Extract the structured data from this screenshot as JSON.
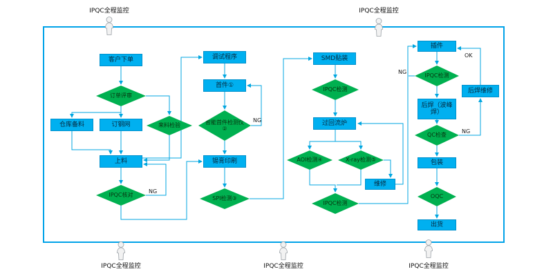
{
  "monitor": {
    "label": "IPQC全程监控"
  },
  "edge_labels": {
    "ng": "NG",
    "ok": "OK"
  },
  "nodes": {
    "customer_order": "客户下单",
    "order_review": "订单评审",
    "warehouse_prep": "仓库备料",
    "order_stencil": "订钢网",
    "incoming_inspection": "来料检验",
    "loading": "上料",
    "ipqc_check": "IPQC核对",
    "debug_program": "调试程序",
    "first_article": "首件①",
    "smart_first_article_tester": "智能首件检测仪②",
    "solder_paste_print": "锡膏印刷",
    "spi_inspection": "SPI检测③",
    "smd_placement": "SMD贴装",
    "ipqc_inspection_smt": "IPQC检测",
    "reflow_oven": "过回流炉",
    "aoi_inspection": "AOI检测④",
    "xray_inspection": "X-ray检测⑤",
    "repair": "维修",
    "ipqc_inspection_post": "IPQC检测",
    "insertion": "插件",
    "ipqc_inspection_dip": "IPQC检测",
    "wave_soldering": "后焊（波峰焊）",
    "qc_check": "QC检查",
    "packaging": "包装",
    "oqc": "OQC",
    "shipping": "出货",
    "post_solder_repair": "后焊维修"
  },
  "colors": {
    "frame": "#00a2e8",
    "process_fill": "#00b0f0",
    "decision_fill": "#00b050",
    "connector": "#00a6e0"
  }
}
